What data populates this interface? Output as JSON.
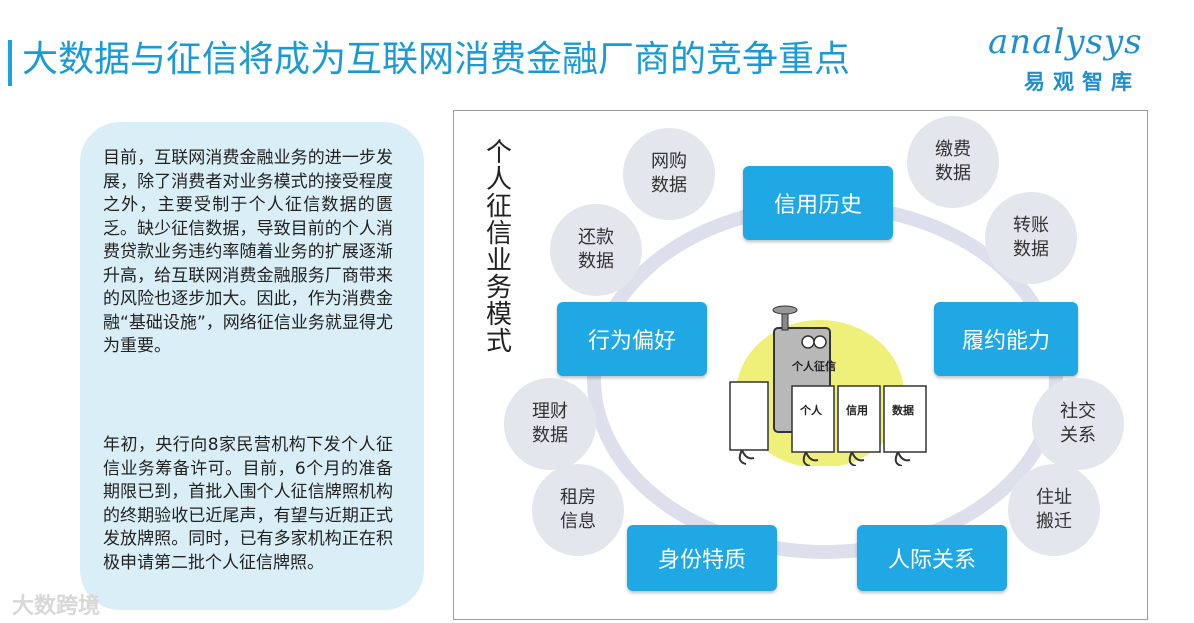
{
  "title": "大数据与征信将成为互联网消费金融厂商的竞争重点",
  "logo": {
    "word": "analysys",
    "cn": "易观智库"
  },
  "textbox": {
    "p1": "目前，互联网消费金融业务的进一步发展，除了消费者对业务模式的接受程度之外，主要受制于个人征信数据的匮乏。缺少征信数据，导致目前的个人消费贷款业务违约率随着业务的扩展逐渐升高，给互联网消费金融服务厂商带来的风险也逐步加大。因此，作为消费金融“基础设施”，网络征信业务就显得尤为重要。",
    "p2": "年初，央行向8家民营机构下发个人征信业务筹备许可。目前，6个月的准备期限已到，首批入围个人征信牌照机构的终期验收已近尾声，有望与近期正式发放牌照。同时，已有多家机构正在积极申请第二批个人征信牌照。"
  },
  "diagram": {
    "vertical_title": "个人征信业务模式",
    "main_nodes": {
      "top": "信用历史",
      "left": "行为偏好",
      "right": "履约能力",
      "bottom_left": "身份特质",
      "bottom_right": "人际关系"
    },
    "data_nodes": {
      "online_shopping": "网购数据",
      "payment": "缴费数据",
      "repayment": "还款数据",
      "transfer": "转账数据",
      "finance": "理财数据",
      "social": "社交关系",
      "rental": "租房信息",
      "relocation": "住址搬迁"
    },
    "illustration": {
      "box_label": "个人征信",
      "card1": "个人",
      "card2": "信用",
      "card3": "数据"
    }
  },
  "watermark": "大数跨境",
  "colors": {
    "accent": "#1fa8e3",
    "title": "#1a9ad6",
    "panel": "#d9eef7",
    "ring": "#dde0ec"
  }
}
